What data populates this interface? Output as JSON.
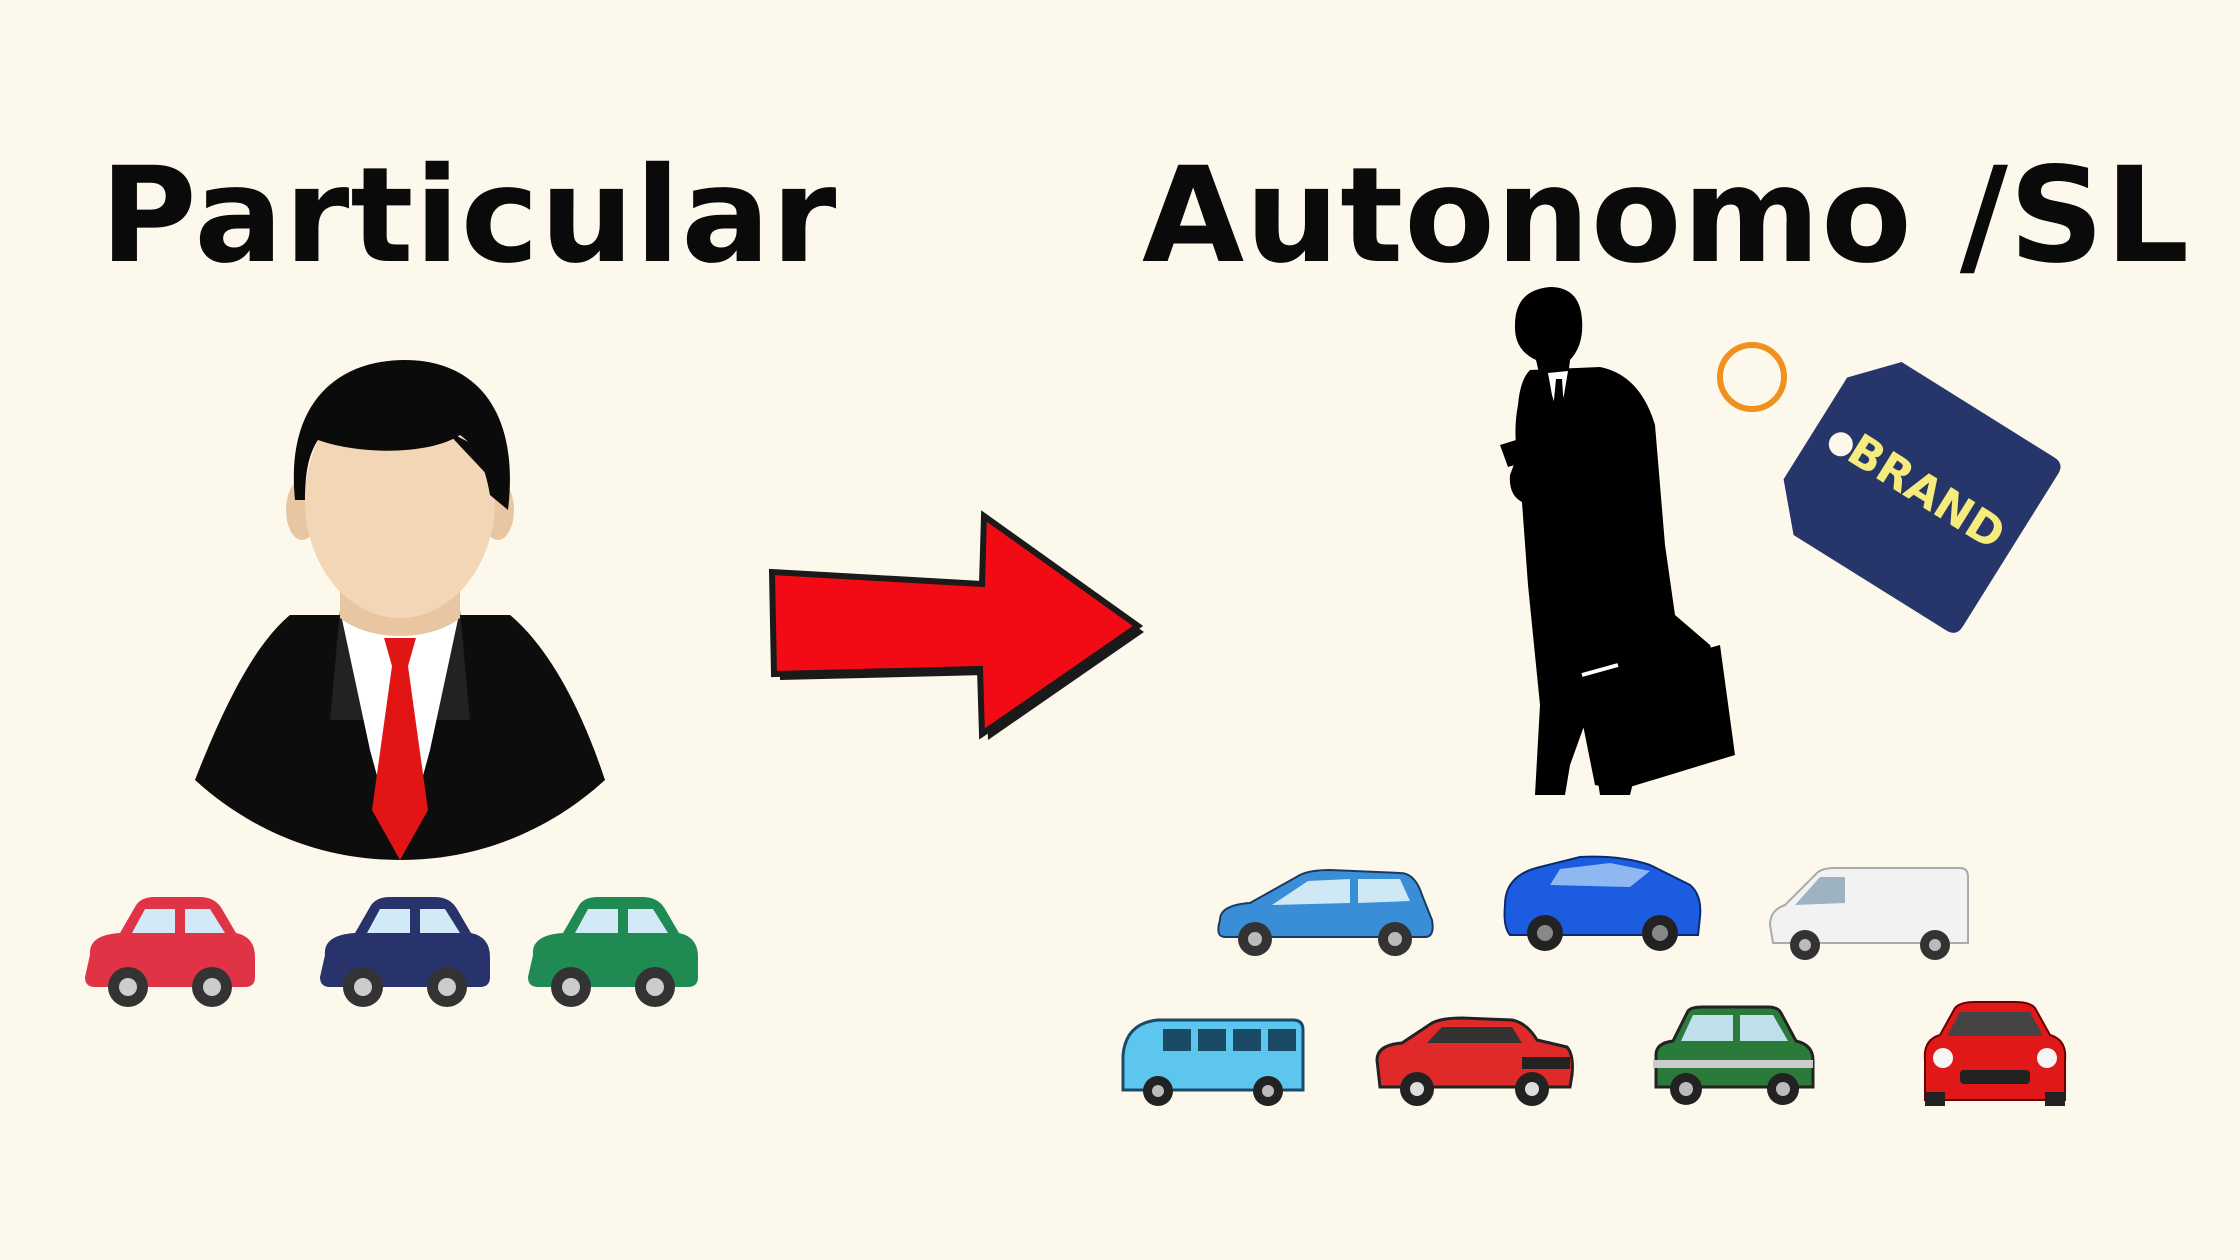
{
  "left": {
    "title": "Particular",
    "person_icon": "businessman-avatar-icon",
    "cars": [
      {
        "icon": "car-icon",
        "color": "#e03346"
      },
      {
        "icon": "car-icon",
        "color": "#28336b"
      },
      {
        "icon": "car-icon",
        "color": "#1f8a52"
      }
    ]
  },
  "arrow": {
    "icon": "arrow-right-icon",
    "color": "#f20a14"
  },
  "right": {
    "title": "Autonomo /SL",
    "person_icon": "businessman-silhouette-icon",
    "tag": {
      "icon": "price-tag-icon",
      "label": "BRAND",
      "color": "#27366a",
      "label_color": "#f6ec7e"
    },
    "vehicles": [
      {
        "icon": "hatchback-icon",
        "color": "#3a8ed8"
      },
      {
        "icon": "sports-coupe-icon",
        "color": "#1c5ce0"
      },
      {
        "icon": "van-icon",
        "color": "#f2f2f2"
      },
      {
        "icon": "minibus-icon",
        "color": "#5cc6ee"
      },
      {
        "icon": "muscle-car-icon",
        "color": "#e02a2a"
      },
      {
        "icon": "mini-car-icon",
        "color": "#2a7a3a"
      },
      {
        "icon": "sports-car-front-icon",
        "color": "#e01818"
      }
    ]
  }
}
